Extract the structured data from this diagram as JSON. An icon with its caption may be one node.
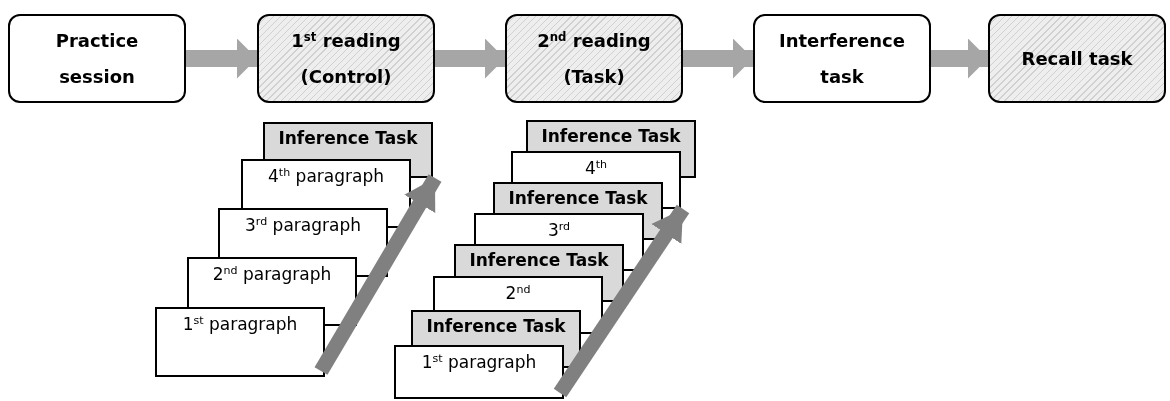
{
  "diagram": {
    "nodes": [
      {
        "text": [
          "Practice session"
        ]
      },
      {
        "text": [
          "1$^{st}$ reading (Control)"
        ]
      },
      {
        "text": [
          "2$^{nd}$ reading (Task)"
        ]
      },
      {
        "text": [
          "Interference task"
        ]
      },
      {
        "text": [
          "Recall task"
        ]
      },
      {
        "text": [
          "Inference Task"
        ]
      },
      {
        "text": [
          "4$^{th}$ paragraph"
        ]
      },
      {
        "text": [
          "3$^{rd}$ paragraph"
        ]
      },
      {
        "text": [
          "2$^{nd}$ paragraph"
        ]
      },
      {
        "text": [
          "1$^{st}$ paragraph"
        ]
      },
      {
        "text": [
          "Inference Task"
        ]
      },
      {
        "text": [
          "4$^{th}$"
        ]
      },
      {
        "text": [
          "Inference Task"
        ]
      },
      {
        "text": [
          "3$^{rd}$"
        ]
      },
      {
        "text": [
          "Inference Task"
        ]
      },
      {
        "text": [
          "2$^{nd}$"
        ]
      },
      {
        "text": [
          "Inference Task"
        ]
      },
      {
        "text": [
          "1$^{st}$ paragraph"
        ]
      }
    ],
    "edges": [
      {
        "from": 0,
        "to": 1,
        "arrow": "to"
      },
      {
        "from": 1,
        "to": 2,
        "arrow": "to"
      },
      {
        "from": 2,
        "to": 3,
        "arrow": "to"
      },
      {
        "from": 3,
        "to": 4,
        "arrow": "to"
      },
      {
        "from": 9,
        "to": 5,
        "arrow": "to",
        "color": "#808080"
      },
      {
        "from": 17,
        "to": 11,
        "arrow": "to",
        "color": "#808080"
      }
    ]
  }
}
